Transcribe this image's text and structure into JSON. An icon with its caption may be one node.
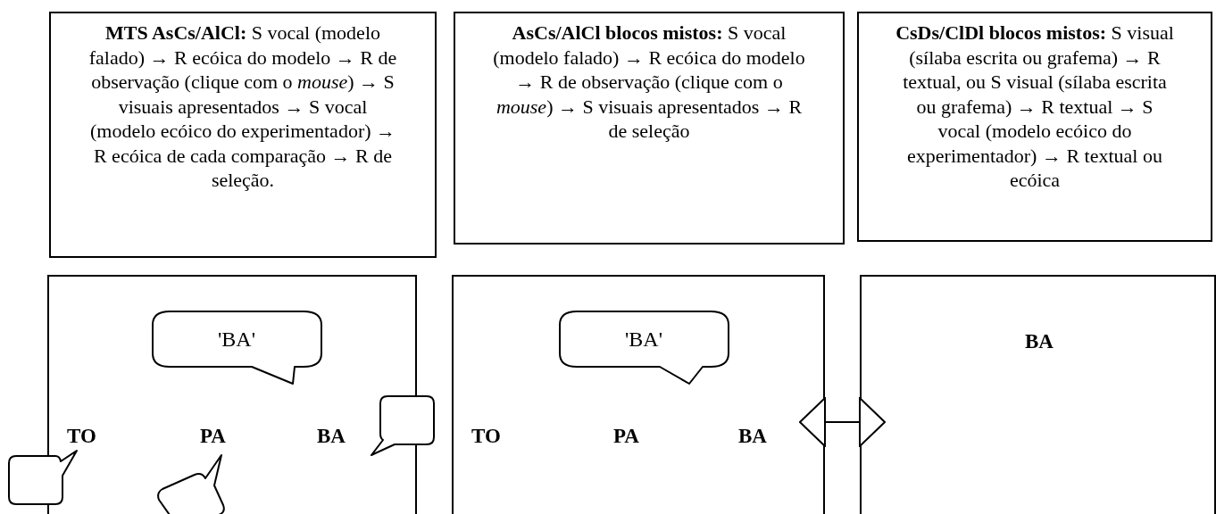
{
  "diagram": {
    "nodes": [
      {
        "text": [
          "**MTS AsCs/AlCl:** S vocal (modelo falado) → R ecóica do modelo → R de observação (clique com o *mouse*) → S visuais apresentados → S vocal (modelo ecóico do experimentador) → R ecóica de cada comparação → R de seleção."
        ]
      },
      {
        "text": [
          "**AsCs/AlCl blocos mistos:** S vocal (modelo falado) → R ecóica do modelo → R de observação (clique com o *mouse*) → S visuais apresentados → R de seleção"
        ]
      },
      {
        "text": [
          "**CsDs/ClDl blocos mistos:** S visual (sílaba escrita ou grafema) → R textual, ou S visual (sílaba escrita ou grafema)  → R textual → S vocal (modelo ecóico do experimentador) → R textual ou ecóica"
        ]
      },
      {
        "text": [],
        "shape": "box"
      },
      {
        "text": [
          "'BA'"
        ],
        "in": 3
      },
      {
        "text": [
          "TO"
        ],
        "in": 3
      },
      {
        "text": [
          "PA"
        ],
        "in": 3
      },
      {
        "text": [
          "BA"
        ],
        "in": 3
      },
      {
        "text": [],
        "shape": "bubble"
      },
      {
        "text": [],
        "shape": "bubble"
      },
      {
        "text": [],
        "shape": "bubble",
        "in": 3
      },
      {
        "text": [],
        "shape": "box"
      },
      {
        "text": [
          "'BA'"
        ],
        "in": 11
      },
      {
        "text": [
          "TO"
        ],
        "in": 11
      },
      {
        "text": [
          "PA"
        ],
        "in": 11
      },
      {
        "text": [
          "BA"
        ],
        "in": 11
      },
      {
        "text": [],
        "shape": "box"
      },
      {
        "text": [
          "BA"
        ],
        "in": 16
      }
    ],
    "edges": [
      {
        "from": 11,
        "to": 16,
        "arrow": "both"
      }
    ]
  }
}
